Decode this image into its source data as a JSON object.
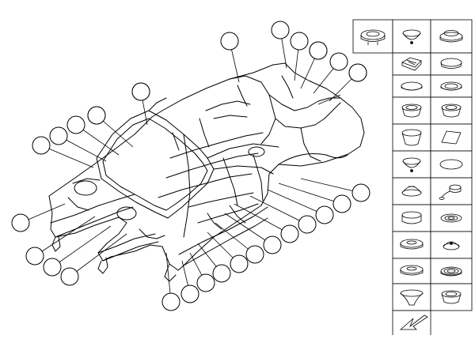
{
  "diagram": {
    "callout_count": 31,
    "line_color": "#000000",
    "background": "#ffffff"
  },
  "parts_grid": {
    "cells": [
      {
        "name": "top-wide-plug",
        "icon": "flat-cap-with-tabs-icon"
      },
      {
        "name": "dome-plug-1",
        "icon": "dome-plug-icon"
      },
      {
        "name": "stepped-plug-1",
        "icon": "stepped-plug-icon"
      },
      {
        "name": "foam-pad",
        "icon": "foam-pad-icon"
      },
      {
        "name": "plain-plug-1",
        "icon": "plain-plug-icon"
      },
      {
        "name": "flat-plug-1",
        "icon": "flat-plug-icon"
      },
      {
        "name": "ring-plug-1",
        "icon": "ring-plug-icon"
      },
      {
        "name": "cup-plug-1",
        "icon": "cup-plug-icon"
      },
      {
        "name": "cup-plug-2",
        "icon": "cup-plug-icon"
      },
      {
        "name": "tall-cup-plug",
        "icon": "tall-cup-plug-icon"
      },
      {
        "name": "adhesive-patch",
        "icon": "adhesive-patch-icon"
      },
      {
        "name": "dome-plug-2",
        "icon": "dome-plug-icon"
      },
      {
        "name": "oval-plug",
        "icon": "oval-plug-icon"
      },
      {
        "name": "round-cap-1",
        "icon": "round-cap-icon"
      },
      {
        "name": "tethered-cap",
        "icon": "tethered-cap-icon"
      },
      {
        "name": "deep-plug",
        "icon": "deep-plug-icon"
      },
      {
        "name": "grommet-1",
        "icon": "grommet-icon"
      },
      {
        "name": "flanged-grommet-1",
        "icon": "flanged-grommet-icon"
      },
      {
        "name": "small-dome-plug",
        "icon": "small-dome-plug-icon"
      },
      {
        "name": "flanged-grommet-2",
        "icon": "flanged-grommet-icon"
      },
      {
        "name": "ribbed-grommet",
        "icon": "ribbed-grommet-icon"
      },
      {
        "name": "funnel-grommet",
        "icon": "funnel-grommet-icon"
      },
      {
        "name": "cup-bottom",
        "icon": "cup-plug-icon"
      },
      {
        "name": "pointer-arrow",
        "icon": "arrow-pointer-icon"
      }
    ]
  }
}
